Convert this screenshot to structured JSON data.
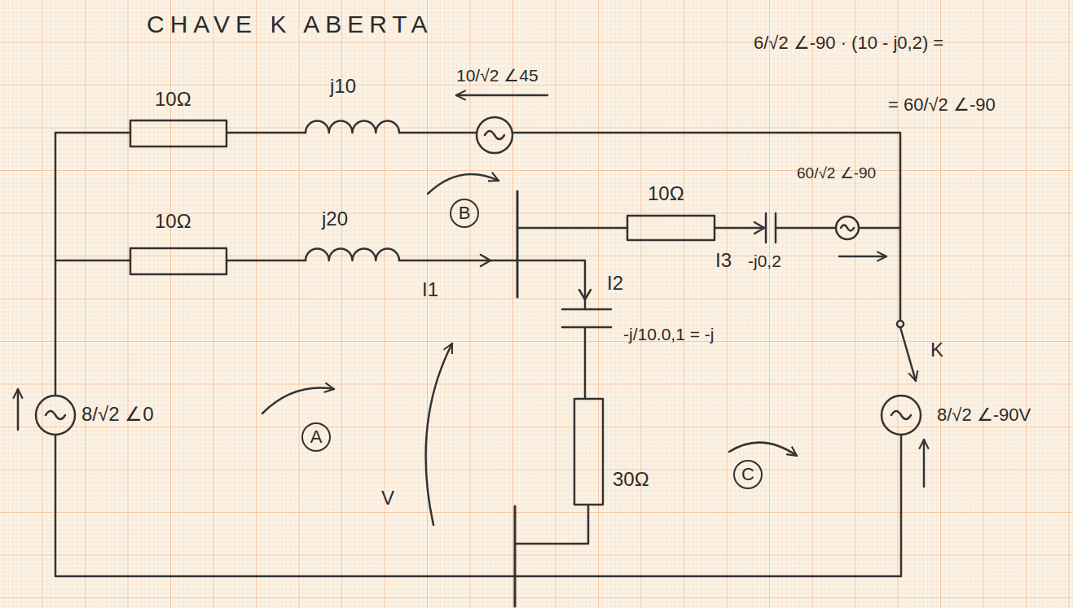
{
  "diagram": {
    "title": "CHAVE K ABERTA",
    "nodes": [
      {
        "text": [
          "B"
        ]
      },
      {
        "text": [
          "A"
        ]
      },
      {
        "text": [
          "C"
        ]
      }
    ],
    "labels": [
      "6/√2 ∠-90 · (10 - j0,2) =",
      "= 60/√2 ∠-90",
      "10/√2 ∠45",
      "10Ω",
      "j10",
      "60/√2 ∠-90",
      "10Ω",
      "j20",
      "10Ω",
      "I1",
      "I3",
      "-j0,2",
      "I2",
      "-j/10.0,1 = -j",
      "K",
      "8/√2 ∠0",
      "8/√2 ∠-90V",
      "30Ω",
      "V"
    ]
  }
}
